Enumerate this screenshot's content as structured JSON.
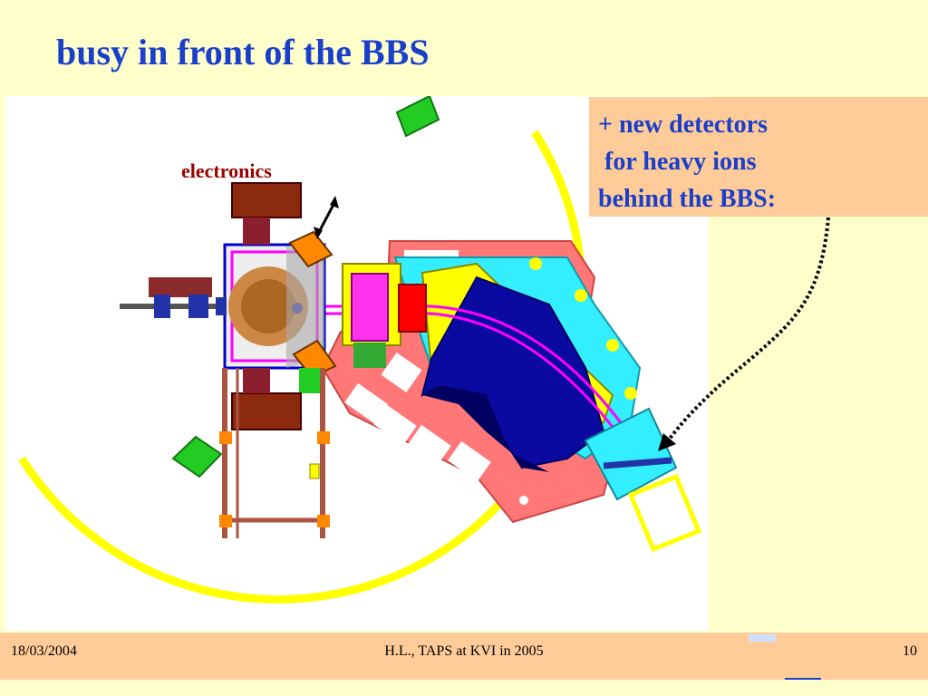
{
  "slide": {
    "title": "busy in front of the BBS"
  },
  "figure": {
    "label_electronics": "electronics",
    "colors": {
      "yellow_ring": "#ffff00",
      "cyan": "#33eeff",
      "salmon": "#ff7777",
      "magnet_blue": "#0a0aa0",
      "orange": "#ff8800",
      "brown": "#8b2a0f",
      "green": "#22cc22",
      "magenta": "#ff00ff"
    }
  },
  "callout": {
    "lines": [
      "+ new detectors",
      " for heavy ions",
      "behind the BBS:"
    ]
  },
  "footer": {
    "date": "18/03/2004",
    "center": "H.L.,  TAPS at KVI in 2005",
    "page": "10"
  }
}
